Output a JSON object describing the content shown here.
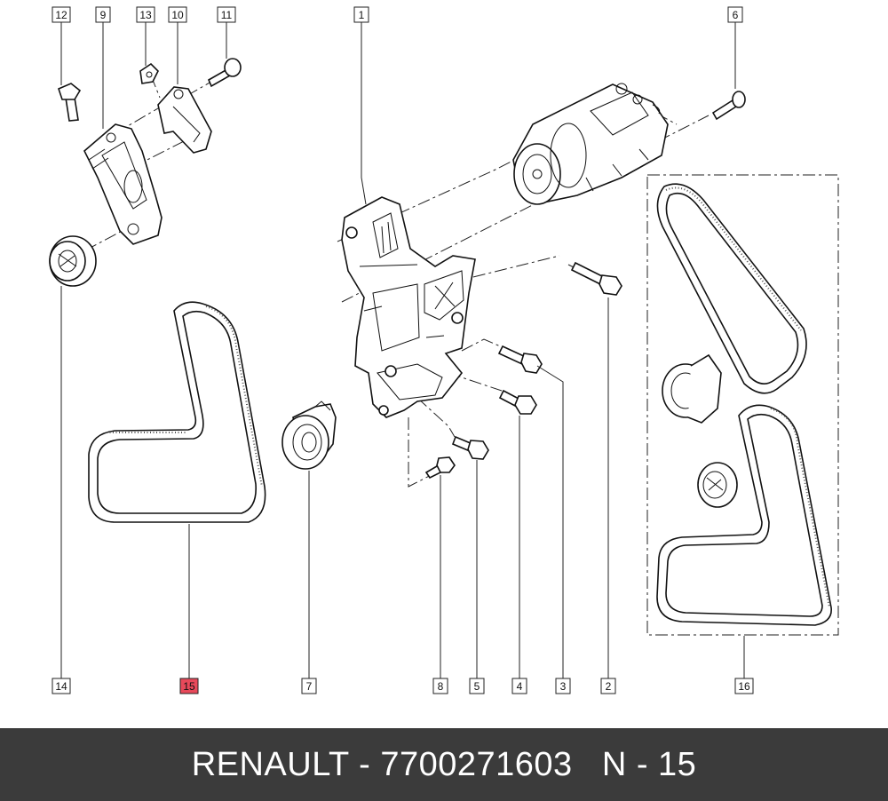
{
  "callouts": [
    "1",
    "2",
    "3",
    "4",
    "5",
    "6",
    "7",
    "8",
    "9",
    "10",
    "11",
    "12",
    "13",
    "14",
    "15",
    "16"
  ],
  "highlighted_callout": "15",
  "colors": {
    "highlight": "#e8495a",
    "footer_bg": "#3b3b3b",
    "footer_text": "#ffffff"
  },
  "footer": {
    "caption": "RENAULT - 7700271603   N - 15"
  }
}
